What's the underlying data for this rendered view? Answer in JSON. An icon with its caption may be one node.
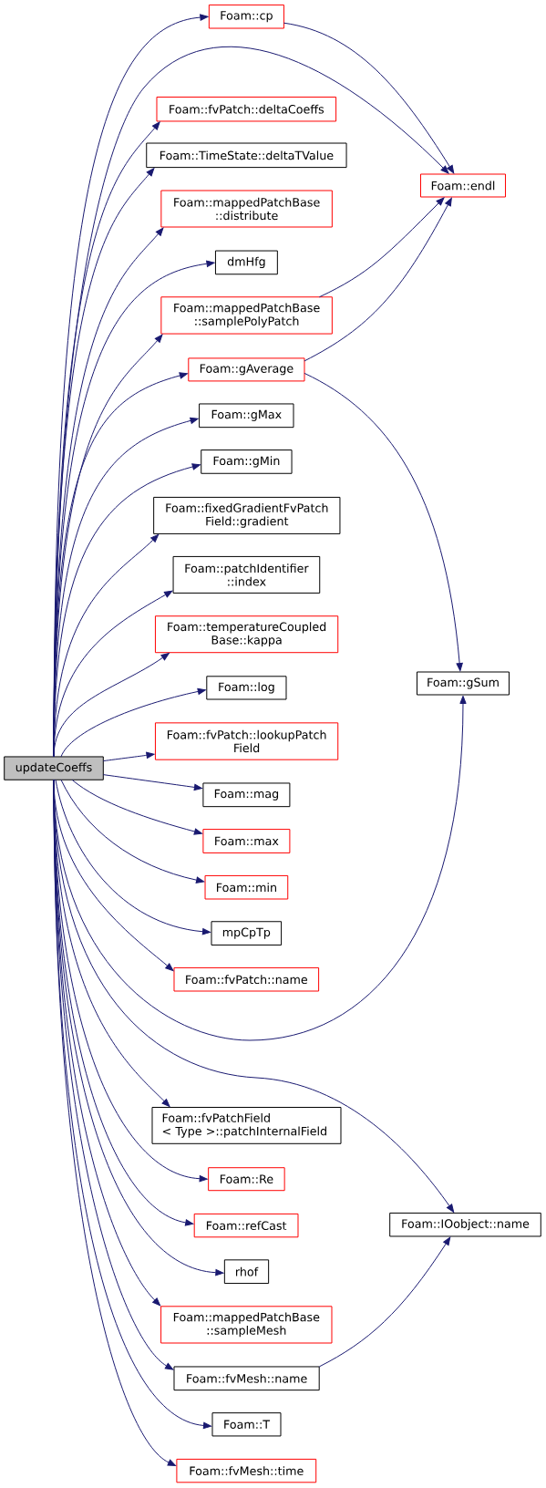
{
  "diagram": {
    "nodes": [
      {
        "text": [
          "updateCoeffs"
        ]
      },
      {
        "text": [
          "Foam::cp"
        ]
      },
      {
        "text": [
          "Foam::endl"
        ]
      },
      {
        "text": [
          "Foam::fvPatch::deltaCoeffs"
        ]
      },
      {
        "text": [
          "Foam::TimeState::deltaTValue"
        ]
      },
      {
        "text": [
          "Foam::mappedPatchBase ::distribute"
        ]
      },
      {
        "text": [
          "dmHfg"
        ]
      },
      {
        "text": [
          "Foam::mappedPatchBase ::samplePolyPatch"
        ]
      },
      {
        "text": [
          "Foam::gAverage"
        ]
      },
      {
        "text": [
          "Foam::gSum"
        ]
      },
      {
        "text": [
          "Foam::gMax"
        ]
      },
      {
        "text": [
          "Foam::gMin"
        ]
      },
      {
        "text": [
          "Foam::fixedGradientFvPatch Field::gradient"
        ]
      },
      {
        "text": [
          "Foam::patchIdentifier ::index"
        ]
      },
      {
        "text": [
          "Foam::temperatureCoupled Base::kappa"
        ]
      },
      {
        "text": [
          "Foam::log"
        ]
      },
      {
        "text": [
          "Foam::fvPatch::lookupPatch Field"
        ]
      },
      {
        "text": [
          "Foam::mag"
        ]
      },
      {
        "text": [
          "Foam::max"
        ]
      },
      {
        "text": [
          "Foam::min"
        ]
      },
      {
        "text": [
          "mpCpTp"
        ]
      },
      {
        "text": [
          "Foam::fvPatch::name"
        ]
      },
      {
        "text": [
          "Foam::IOobject::name"
        ]
      },
      {
        "text": [
          "Foam::fvPatchField < Type >::patchInternalField"
        ]
      },
      {
        "text": [
          "Foam::Re"
        ]
      },
      {
        "text": [
          "Foam::refCast"
        ]
      },
      {
        "text": [
          "rhof"
        ]
      },
      {
        "text": [
          "Foam::mappedPatchBase ::sampleMesh"
        ]
      },
      {
        "text": [
          "Foam::fvMesh::name"
        ]
      },
      {
        "text": [
          "Foam::T"
        ]
      },
      {
        "text": [
          "Foam::fvMesh::time"
        ]
      }
    ],
    "edges": [
      {
        "from": 0,
        "to": 1,
        "arrow": "to"
      },
      {
        "from": 0,
        "to": 2,
        "arrow": "to"
      },
      {
        "from": 0,
        "to": 3,
        "arrow": "to"
      },
      {
        "from": 0,
        "to": 4,
        "arrow": "to"
      },
      {
        "from": 0,
        "to": 5,
        "arrow": "to"
      },
      {
        "from": 0,
        "to": 6,
        "arrow": "to"
      },
      {
        "from": 0,
        "to": 7,
        "arrow": "to"
      },
      {
        "from": 0,
        "to": 8,
        "arrow": "to"
      },
      {
        "from": 0,
        "to": 10,
        "arrow": "to"
      },
      {
        "from": 0,
        "to": 11,
        "arrow": "to"
      },
      {
        "from": 0,
        "to": 12,
        "arrow": "to"
      },
      {
        "from": 0,
        "to": 13,
        "arrow": "to"
      },
      {
        "from": 0,
        "to": 14,
        "arrow": "to"
      },
      {
        "from": 0,
        "to": 15,
        "arrow": "to"
      },
      {
        "from": 0,
        "to": 16,
        "arrow": "to"
      },
      {
        "from": 0,
        "to": 17,
        "arrow": "to"
      },
      {
        "from": 0,
        "to": 18,
        "arrow": "to"
      },
      {
        "from": 0,
        "to": 19,
        "arrow": "to"
      },
      {
        "from": 0,
        "to": 20,
        "arrow": "to"
      },
      {
        "from": 0,
        "to": 21,
        "arrow": "to"
      },
      {
        "from": 0,
        "to": 9,
        "arrow": "to"
      },
      {
        "from": 0,
        "to": 23,
        "arrow": "to"
      },
      {
        "from": 0,
        "to": 22,
        "arrow": "to"
      },
      {
        "from": 0,
        "to": 24,
        "arrow": "to"
      },
      {
        "from": 0,
        "to": 25,
        "arrow": "to"
      },
      {
        "from": 0,
        "to": 26,
        "arrow": "to"
      },
      {
        "from": 0,
        "to": 27,
        "arrow": "to"
      },
      {
        "from": 0,
        "to": 28,
        "arrow": "to"
      },
      {
        "from": 0,
        "to": 29,
        "arrow": "to"
      },
      {
        "from": 0,
        "to": 30,
        "arrow": "to"
      },
      {
        "from": 1,
        "to": 2,
        "arrow": "to"
      },
      {
        "from": 7,
        "to": 2,
        "arrow": "to"
      },
      {
        "from": 8,
        "to": 2,
        "arrow": "to"
      },
      {
        "from": 8,
        "to": 9,
        "arrow": "to"
      },
      {
        "from": 28,
        "to": 22,
        "arrow": "to"
      }
    ]
  }
}
